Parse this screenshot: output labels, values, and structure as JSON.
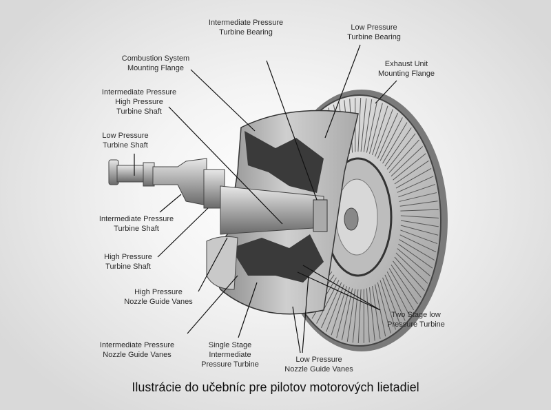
{
  "labels": {
    "ip_turbine_bearing": [
      "Intermediate Pressure",
      "Turbine Bearing"
    ],
    "lp_turbine_bearing": [
      "Low Pressure",
      "Turbine Bearing"
    ],
    "combustion_flange": [
      "Combustion System",
      "Mounting Flange"
    ],
    "exhaust_flange": [
      "Exhaust Unit",
      "Mounting Flange"
    ],
    "ip_hp_turbine_shaft": [
      "Intermediate Pressure",
      "High Pressure",
      "Turbine Shaft"
    ],
    "lp_turbine_shaft": [
      "Low Pressure",
      "Turbine Shaft"
    ],
    "ip_turbine_shaft": [
      "Intermediate Pressure",
      "Turbine Shaft"
    ],
    "hp_turbine_shaft": [
      "High Pressure",
      "Turbine Shaft"
    ],
    "hp_nozzle_vanes": [
      "High Pressure",
      "Nozzle Guide Vanes"
    ],
    "ip_nozzle_vanes": [
      "Intermediate Pressure",
      "Nozzle Guide Vanes"
    ],
    "single_stage_ip_turbine": [
      "Single Stage",
      "Intermediate",
      "Pressure Turbine"
    ],
    "lp_nozzle_vanes": [
      "Low Pressure",
      "Nozzle Guide Vanes"
    ],
    "two_stage_lp_turbine": [
      "Two Stage low",
      "Pressure Turbine"
    ]
  },
  "caption": "Ilustrácie do učebníc pre pilotov motorových lietadiel"
}
